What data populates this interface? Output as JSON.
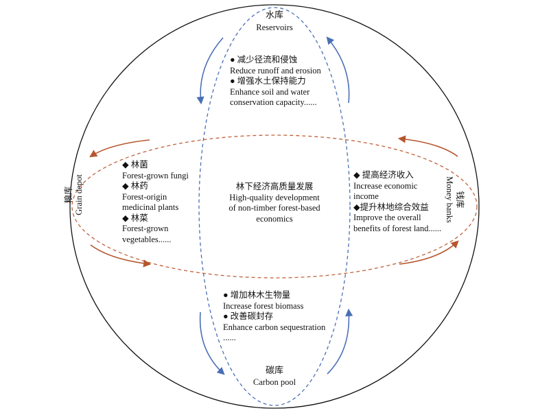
{
  "colors": {
    "outer_circle": "#111111",
    "blue_ellipse": "#4a6fb5",
    "orange_ellipse": "#c0603a",
    "blue_arrows": "#4a6fb5",
    "orange_arrows": "#b5562d"
  },
  "center": {
    "zh": "林下经济高质量发展",
    "en_lines": [
      "High-quality development",
      "of non-timber forest-based",
      "economics"
    ]
  },
  "top": {
    "title_zh": "水库",
    "title_en": "Reservoirs",
    "lines": [
      "● 减少径流和侵蚀",
      "Reduce runoff and erosion",
      "● 增强水土保持能力",
      "Enhance soil and water",
      "conservation capacity......"
    ]
  },
  "bottom": {
    "title_zh": "碳库",
    "title_en": "Carbon pool",
    "lines": [
      "● 增加林木生物量",
      "Increase forest biomass",
      "● 改善碳封存",
      "Enhance carbon sequestration",
      "......"
    ]
  },
  "left": {
    "title_zh": "粮库",
    "title_en": "Grain depot",
    "lines": [
      "◆ 林菌",
      "Forest-grown fungi",
      "◆ 林药",
      "Forest-origin",
      "medicinal plants",
      "◆ 林菜",
      "Forest-grown",
      "vegetables......"
    ]
  },
  "right": {
    "title_zh": "钱库",
    "title_en": "Money banks",
    "lines": [
      "◆ 提高经济收入",
      "Increase economic",
      "income",
      "◆提升林地综合效益",
      "Improve the overall",
      "benefits of forest land......"
    ]
  }
}
